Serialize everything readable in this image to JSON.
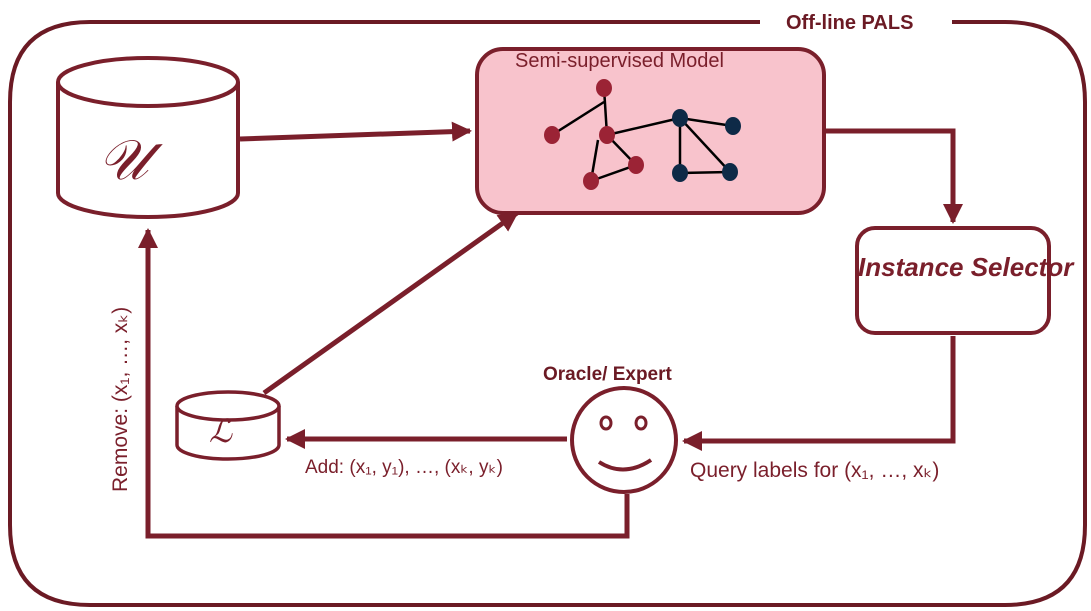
{
  "frame": {
    "title": "Off-line PALS"
  },
  "unlabeled_pool": {
    "symbol": "𝒰"
  },
  "labeled_pool": {
    "symbol": "ℒ"
  },
  "model": {
    "title": "Semi-supervised Model"
  },
  "selector": {
    "label": "Instance Selector"
  },
  "oracle": {
    "title": "Oracle/ Expert"
  },
  "edges": {
    "query": "Query labels for (x₁, …, xₖ)",
    "add": "Add: (x₁, y₁), …, (xₖ, yₖ)",
    "remove": "Remove: (x₁, …, xₖ)"
  },
  "colors": {
    "primary": "#7a1f2b",
    "model_fill": "#f8c3cc",
    "node_red": "#9b2335",
    "node_navy": "#0e2a47"
  }
}
